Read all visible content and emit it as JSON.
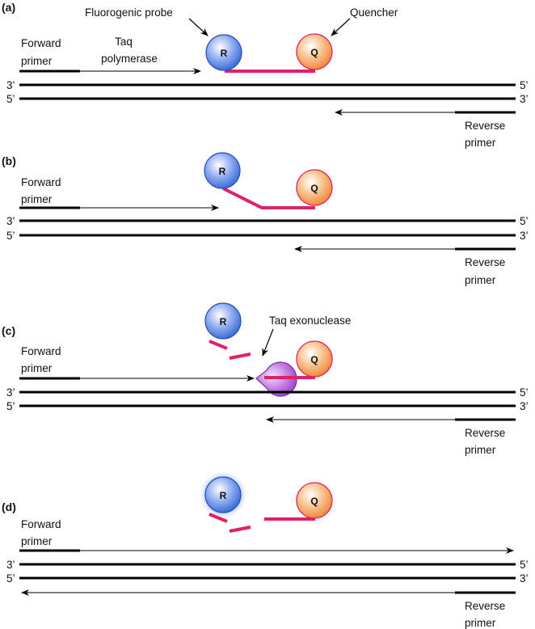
{
  "title": "TaqMan probe hydrolysis assay",
  "colors": {
    "strand": "#000000",
    "probe": "#e0206a",
    "reporter_fill": "#5b86e0",
    "reporter_edge": "#2b4fb8",
    "quencher_fill": "#f4a25a",
    "quencher_edge": "#e0205a",
    "exonuclease_fill": "#a85ad0",
    "exonuclease_edge": "#7a2fa8"
  },
  "labels": {
    "forward_primer_1": "Forward",
    "forward_primer_2": "primer",
    "reverse_primer_1": "Reverse",
    "reverse_primer_2": "primer",
    "end_3": "3’",
    "end_5": "5’",
    "reporter": "R",
    "quencher": "Q",
    "fluorogenic_probe": "Fluorogenic probe",
    "quencher_callout": "Quencher",
    "taq_polymerase_1": "Taq",
    "taq_polymerase_2": "polymerase",
    "taq_exonuclease": "Taq exonuclease"
  },
  "panels": [
    {
      "id": "a",
      "label": "(a)"
    },
    {
      "id": "b",
      "label": "(b)"
    },
    {
      "id": "c",
      "label": "(c)"
    },
    {
      "id": "d",
      "label": "(d)"
    }
  ]
}
